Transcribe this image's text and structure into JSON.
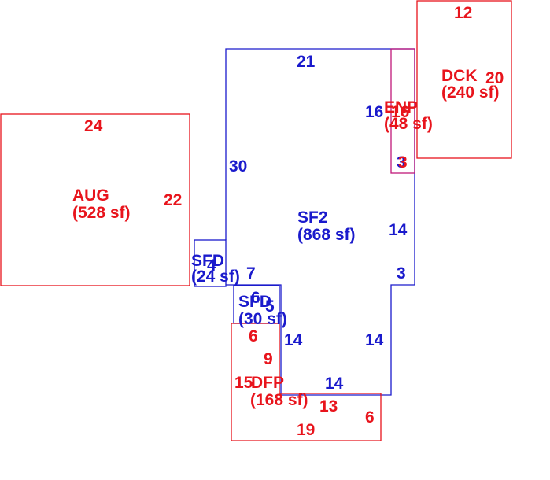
{
  "areas": {
    "aug": {
      "code": "AUG",
      "area": "(528 sf)"
    },
    "sf2": {
      "code": "SF2",
      "area": "(868 sf)"
    },
    "dck": {
      "code": "DCK",
      "area": "(240 sf)"
    },
    "enp": {
      "code": "ENP",
      "area": "(48 sf)"
    },
    "sfd_left": {
      "code": "SFD",
      "area": "(24 sf)"
    },
    "sfd_mid": {
      "code": "SFD",
      "area": "(30 sf)"
    },
    "dfp": {
      "code": "DFP",
      "area": "(168 sf)"
    }
  },
  "dimensions": {
    "aug_top": "24",
    "aug_right": "22",
    "sf2_top": "21",
    "sf2_left": "30",
    "sf2_right_upper": "14",
    "sf2_right_jog": "3",
    "sf2_right_lower": "14",
    "sf2_bottom": "14",
    "sf2_inner_left": "14",
    "sf2_step": "7",
    "dck_top": "12",
    "dck_right": "20",
    "enp_left": "16",
    "enp_right": "16",
    "enp_bottom_blue": "3",
    "enp_bottom_red": "3",
    "sfd_left_side": "4",
    "sfd_mid_top": "6",
    "sfd_mid_side": "5",
    "dfp_top": "6",
    "dfp_inner": "9",
    "dfp_left": "15",
    "dfp_inner_bottom": "13",
    "dfp_right": "6",
    "dfp_bottom": "19"
  },
  "colors": {
    "red": "#e8141c",
    "blue": "#1a1acc",
    "magenta": "#c0187a"
  }
}
